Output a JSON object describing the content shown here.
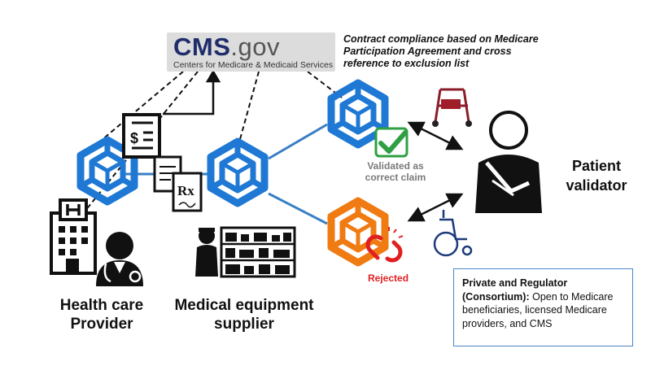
{
  "cms": {
    "logo_main": "CMS",
    "logo_suffix": ".gov",
    "subtitle": "Centers for Medicare & Medicaid Services"
  },
  "contract_note": "Contract compliance based on Medicare Participation Agreement and cross reference to exclusion list",
  "actors": {
    "health_care_provider": [
      "Health care",
      "Provider"
    ],
    "medical_equipment_supplier": [
      "Medical equipment",
      "supplier"
    ],
    "patient_validator": [
      "Patient",
      "validator"
    ]
  },
  "status": {
    "validated": [
      "Validated as",
      "correct claim"
    ],
    "rejected": "Rejected"
  },
  "consortium": {
    "title": "Private and Regulator (Consortium):",
    "body": "Open to Medicare beneficiaries, licensed Medicare providers, and CMS"
  },
  "icons": {
    "invoice": "$",
    "prescription": "Rx"
  },
  "colors": {
    "blockchain_blue": "#1e78d4",
    "blockchain_orange": "#f07b12",
    "check_green": "#2ea043",
    "reject_red": "#e02020",
    "connector_blue": "#3a7fc4",
    "cms_navy": "#1f2d6b",
    "box_border": "#4a86c8"
  }
}
